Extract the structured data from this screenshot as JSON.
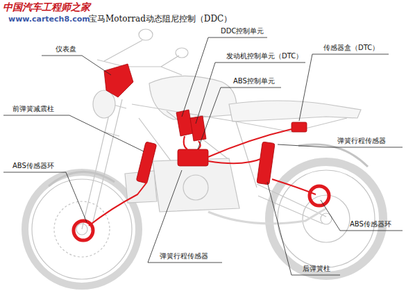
{
  "diagram": {
    "title": "宝马Motorrad动态阻尼控制（DDC）",
    "labels": [
      "中国汽车工程师之家",
      "www.cartech8.com",
      "仪表盘",
      "DDC控制单元",
      "发动机控制单元（DTC）",
      "ABS控制单元",
      "传感器盒（DTC）",
      "前弹簧减震柱",
      "弹簧行程传感器",
      "ABS传感器环",
      "ABS传感器环",
      "弹簧行程传感器",
      "后弹簧柱"
    ]
  }
}
